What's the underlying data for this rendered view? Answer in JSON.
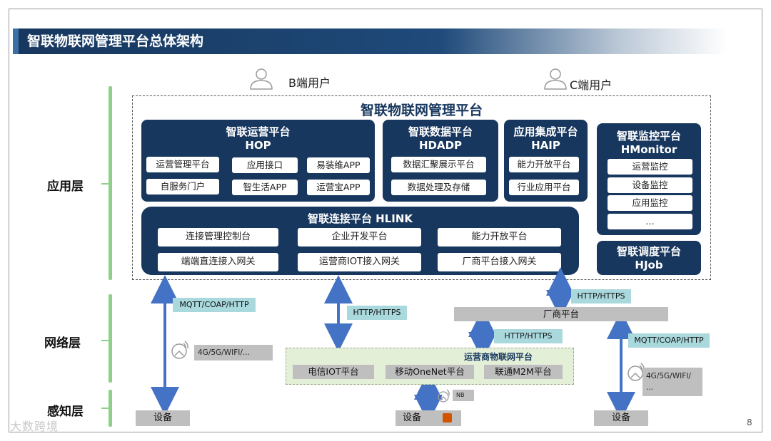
{
  "slide": {
    "title": "智联物联网管理平台总体架构",
    "page_number": "8",
    "watermark": "大数跨境"
  },
  "users": {
    "b_user": "B端用户",
    "c_user": "C端用户"
  },
  "layers": {
    "app": "应用层",
    "network": "网络层",
    "perception": "感知层"
  },
  "platform": {
    "title": "智联物联网管理平台"
  },
  "hop": {
    "name": "智联运营平台",
    "code": "HOP",
    "items": [
      "运营管理平台",
      "应用接口",
      "易装维APP",
      "自服务门户",
      "智生活APP",
      "运营宝APP"
    ]
  },
  "hdadp": {
    "name": "智联数据平台",
    "code": "HDADP",
    "items": [
      "数据汇聚展示平台",
      "数据处理及存储"
    ]
  },
  "haip": {
    "name": "应用集成平台",
    "code": "HAIP",
    "items": [
      "能力开放平台",
      "行业应用平台"
    ]
  },
  "hmonitor": {
    "name": "智联监控平台",
    "code": "HMonitor",
    "items": [
      "运营监控",
      "设备监控",
      "应用监控",
      "…"
    ]
  },
  "hlink": {
    "title": "智联连接平台 HLINK",
    "items": [
      "连接管理控制台",
      "企业开发平台",
      "能力开放平台",
      "端端直连接入网关",
      "运营商IOT接入网关",
      "厂商平台接入网关"
    ]
  },
  "hjob": {
    "name": "智联调度平台",
    "code": "HJob"
  },
  "network": {
    "proto_left": "MQTT/COAP/HTTP",
    "proto_mid": "HTTP/HTTPS",
    "proto_vendor_top": "HTTP/HTTPS",
    "vendor_platform": "厂商平台",
    "proto_vendor_bottom": "HTTP/HTTPS",
    "proto_right": "MQTT/COAP/HTTP",
    "signal_left": "4G/5G/WIFI/...",
    "signal_right": "4G/5G/WIFI/\n...",
    "nb_label": "NB"
  },
  "operator": {
    "title": "运营商物联网平台",
    "items": [
      "电信IOT平台",
      "移动OneNet平台",
      "联通M2M平台"
    ]
  },
  "devices": [
    "设备",
    "设备",
    "设备"
  ],
  "colors": {
    "navy": "#17375e",
    "arrow": "#4472c4",
    "proto_bg": "#a9d8dd",
    "layer_line": "#8ed08a"
  }
}
